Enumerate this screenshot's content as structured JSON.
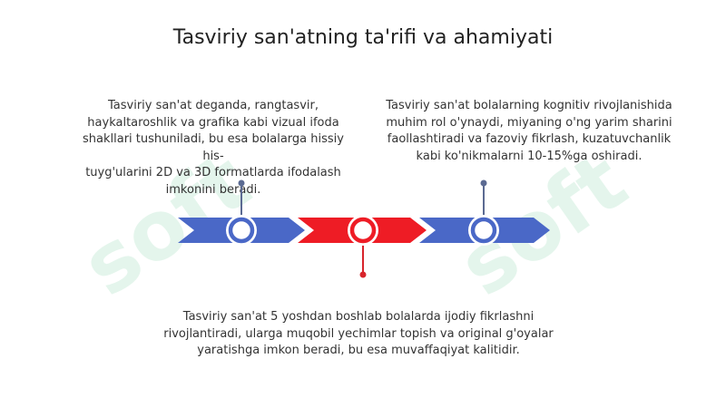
{
  "title": "Tasviriy san'atning ta'rifi va ahamiyati",
  "blocks": {
    "left": "Tasviriy san'at deganda, rangtasvir,\nhaykaltaroshlik va grafika kabi vizual ifoda\nshakllari tushuniladi, bu esa bolalarga hissiy his-\ntuyg'ularini 2D va 3D formatlarda ifodalash\nimkonini beradi.",
    "right": "Tasviriy san'at bolalarning kognitiv rivojlanishida\nmuhim rol o'ynaydi, miyaning o'ng yarim sharini\nfaollashtiradi va fazoviy fikrlash, kuzatuvchanlik\nkabi ko'nikmalarni 10-15%ga oshiradi.",
    "bottom": "Tasviriy san'at 5 yoshdan boshlab bolalarda ijodiy fikrlashni\nrivojlantiradi, ularga muqobil yechimlar topish va original g'oyalar\nyaratishga imkon beradi, bu esa muvaffaqiyat kalitidir."
  },
  "colors": {
    "blue": "#4A68C7",
    "red": "#EE1C25",
    "connector_blue": "#5B6A92",
    "connector_red": "#D8242C",
    "watermark": "#E4F4EA"
  }
}
